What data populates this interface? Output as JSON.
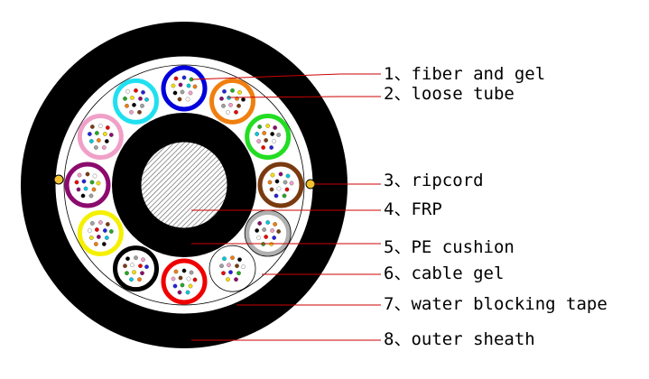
{
  "labels": [
    "1、fiber and gel",
    "2、loose tube",
    "3、ripcord",
    "4、FRP",
    "5、PE cushion",
    "6、cable gel",
    "7、water blocking tape",
    "8、outer sheath"
  ],
  "colors": {
    "sheath": "#000000",
    "leader_line": "#cc0000",
    "ripcord": "#f2c12e",
    "tubes": [
      "#0000dd",
      "#f07f10",
      "#22dd22",
      "#7a3a10",
      "#b0b0b0",
      "#ffffff",
      "#ee0000",
      "#000000",
      "#f5f000",
      "#8b0a6e",
      "#f0a0c8",
      "#20e0f0"
    ],
    "fibers": [
      "#ee0000",
      "#2222dd",
      "#22aa22",
      "#f5e000",
      "#8b0a6e",
      "#00c8e0",
      "#f07f10",
      "#000000",
      "#a0a0a0",
      "#f0a0c8",
      "#7a3a10",
      "#ffffff"
    ]
  }
}
